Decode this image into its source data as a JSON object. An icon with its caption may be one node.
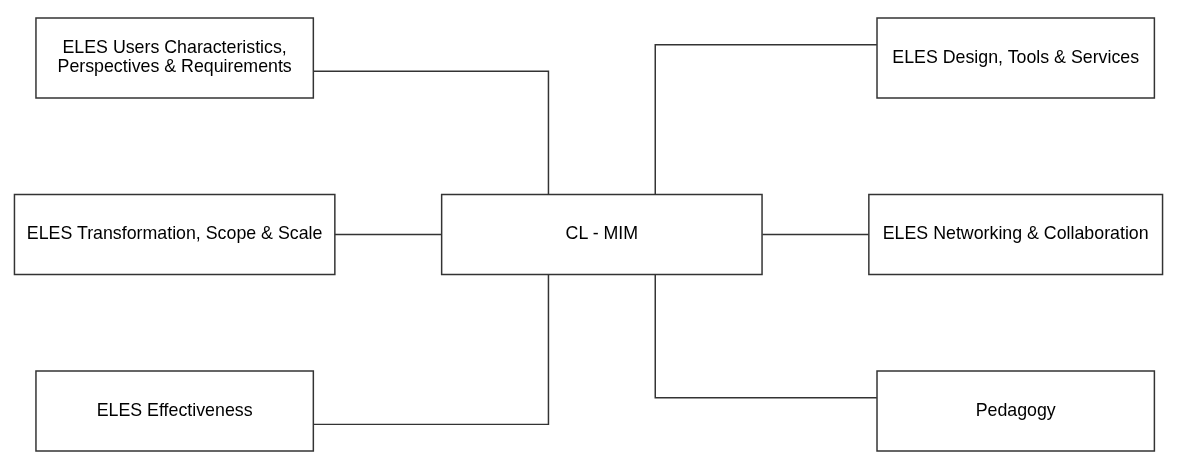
{
  "diagram": {
    "nodes": [
      {
        "text": [
          "ELES Users Characteristics, Perspectives & Requirements"
        ]
      },
      {
        "text": [
          "ELES Design, Tools & Services"
        ]
      },
      {
        "text": [
          "ELES Transformation, Scope & Scale"
        ]
      },
      {
        "text": [
          "CL - MIM"
        ]
      },
      {
        "text": [
          "ELES Networking & Collaboration"
        ]
      },
      {
        "text": [
          "ELES Effectiveness"
        ]
      },
      {
        "text": [
          "Pedagogy"
        ]
      }
    ],
    "edges": [
      {
        "from": 0,
        "to": 3,
        "arrow": "none"
      },
      {
        "from": 2,
        "to": 3,
        "arrow": "none"
      },
      {
        "from": 5,
        "to": 3,
        "arrow": "none"
      },
      {
        "from": 3,
        "to": 1,
        "arrow": "none"
      },
      {
        "from": 3,
        "to": 4,
        "arrow": "none"
      },
      {
        "from": 3,
        "to": 6,
        "arrow": "none"
      }
    ]
  }
}
